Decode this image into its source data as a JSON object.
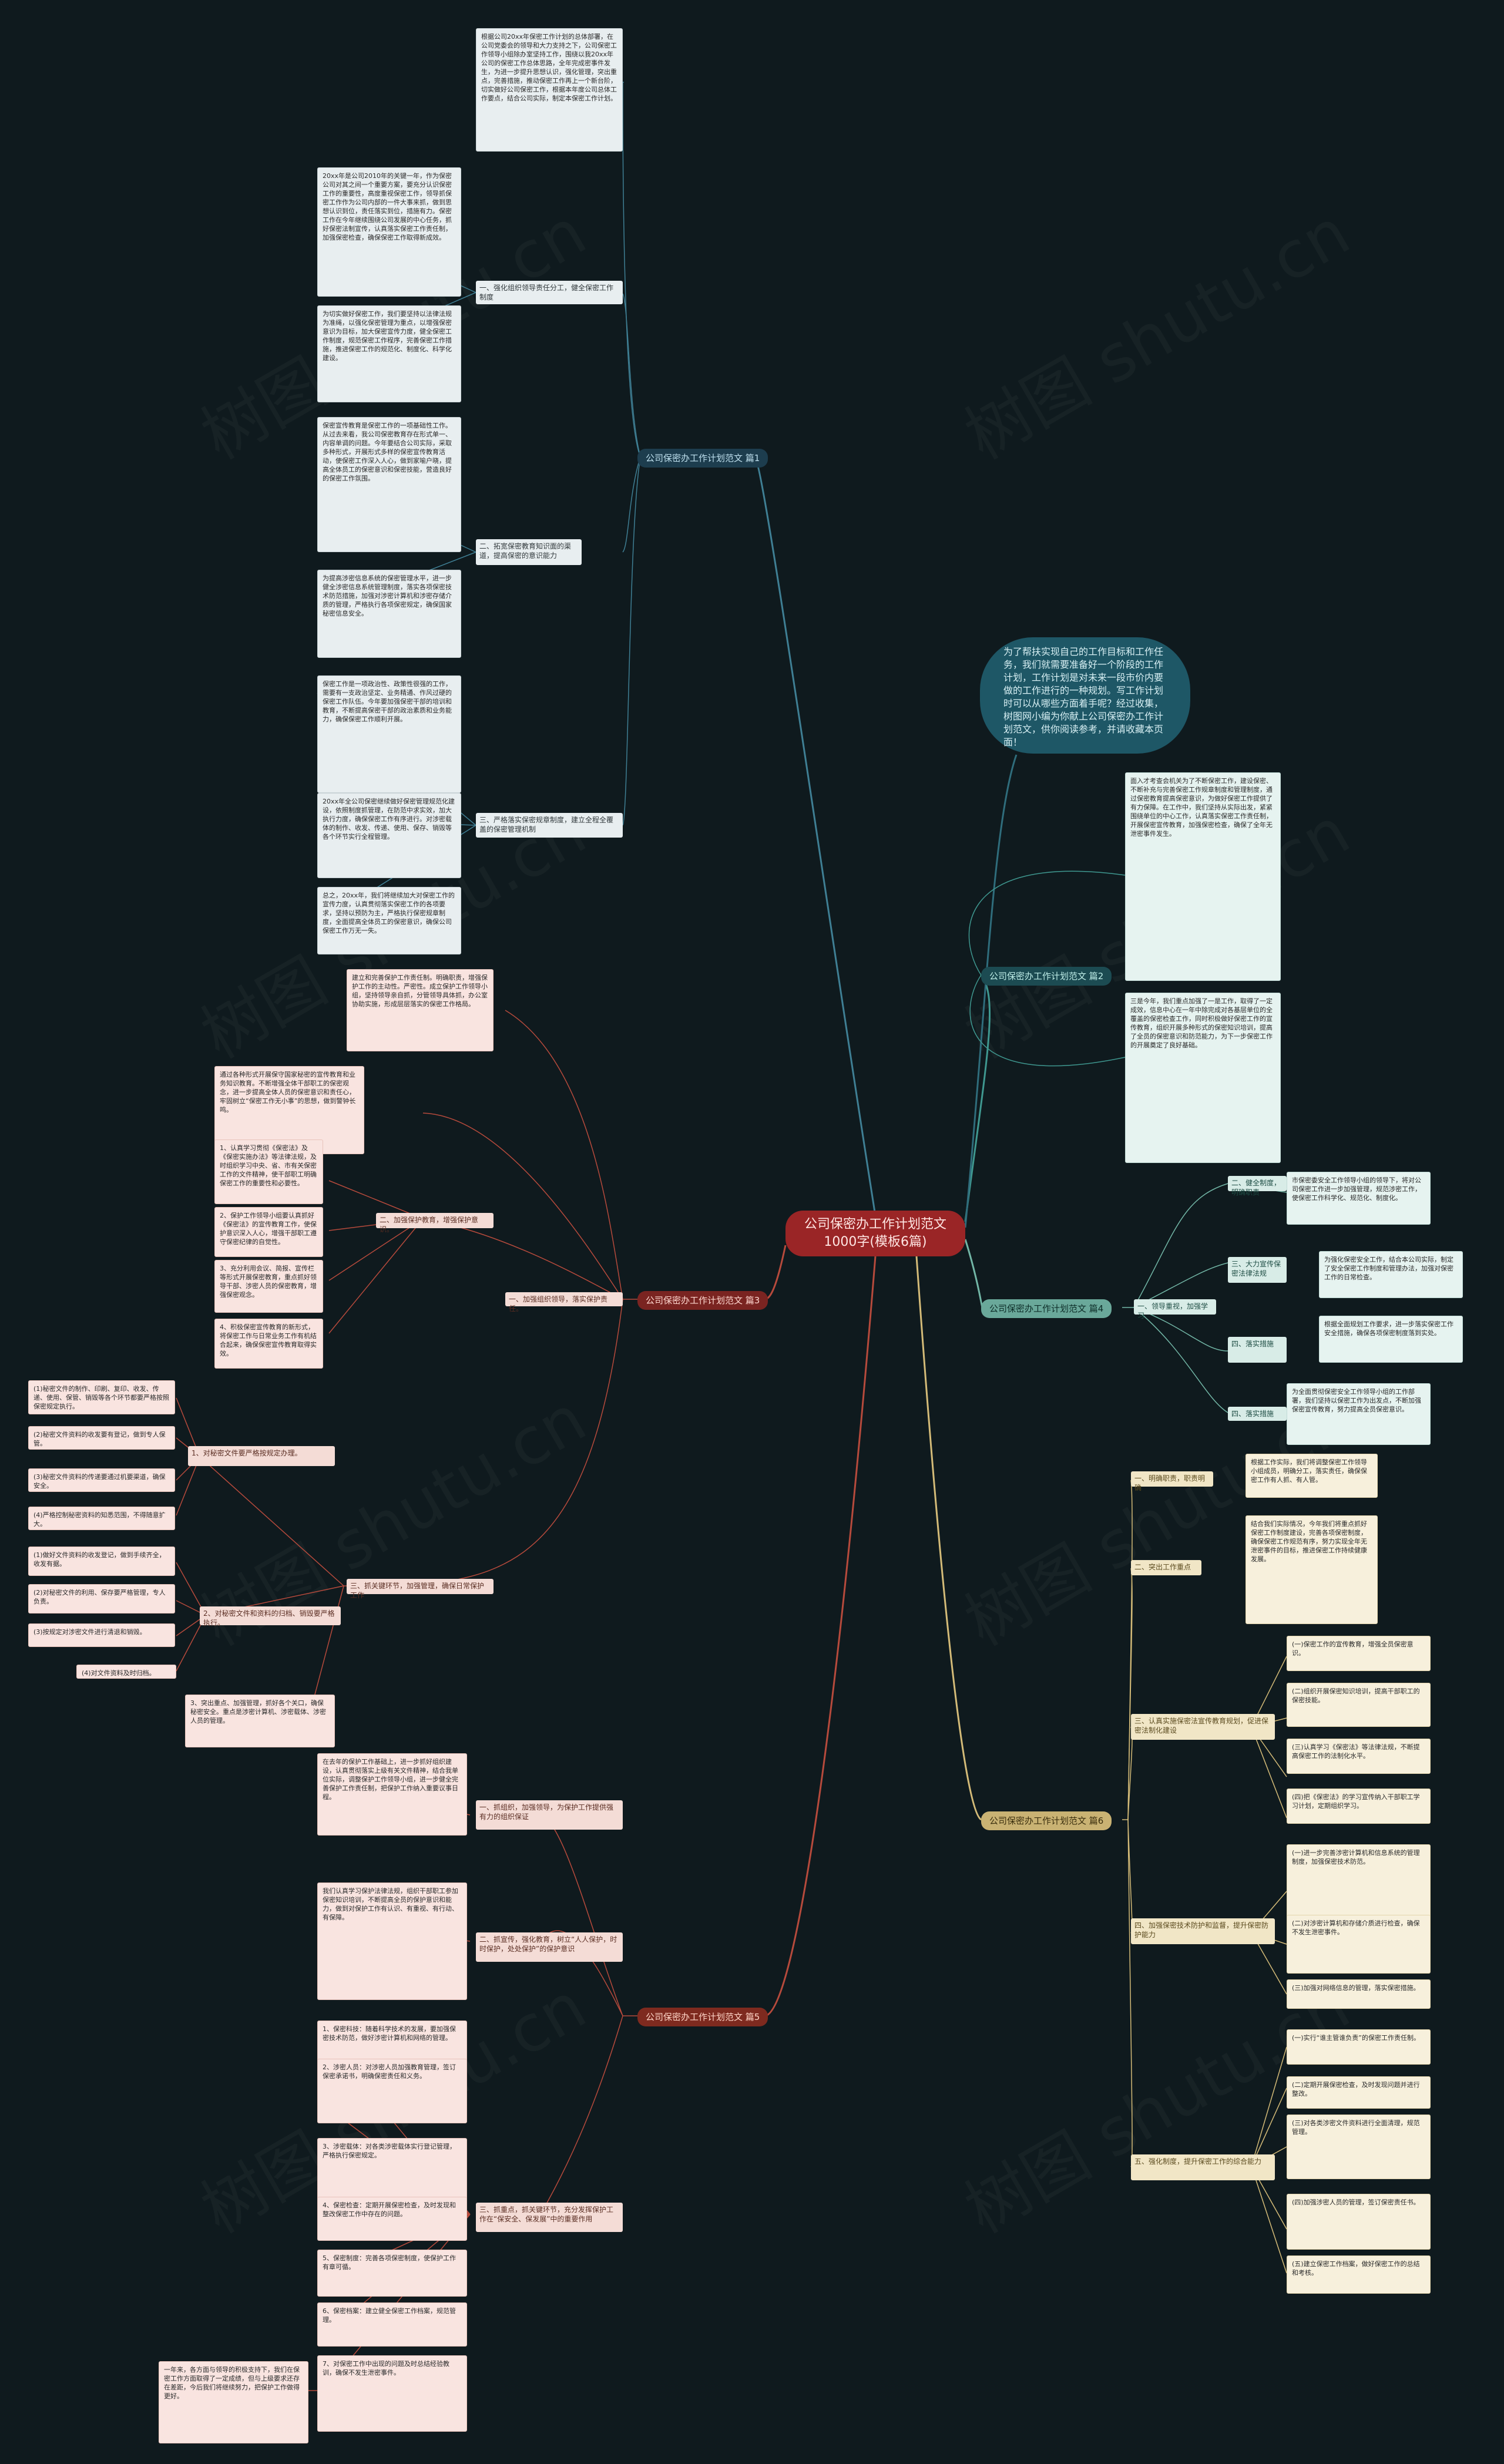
{
  "root": "公司保密办工作计划范文1000字(模板6篇)",
  "intro": "为了帮扶实现自己的工作目标和工作任务，我们就需要准备好一个阶段的工作计划，工作计划是对未来一段市价内要做的工作进行的一种规划。写工作计划时可以从哪些方面着手呢？经过收集，树图网小编为你献上公司保密办工作计划范文，供你阅读参考，并请收藏本页面！",
  "watermark": "树图 shutu.cn",
  "branches": [
    {
      "label": "公司保密办工作计划范文 篇1"
    },
    {
      "label": "公司保密办工作计划范文 篇2"
    },
    {
      "label": "公司保密办工作计划范文 篇3"
    },
    {
      "label": "公司保密办工作计划范文 篇4"
    },
    {
      "label": "公司保密办工作计划范文 篇5"
    },
    {
      "label": "公司保密办工作计划范文 篇6"
    }
  ],
  "b1": {
    "leaves": [
      "根据公司20xx年保密工作计划的总体部署，在公司党委会的领导和大力支持之下，公司保密工作领导小组除办室坚持工作，围绕以我20xx年公司的保密工作总体思路，全年完成密事件发生，为进一步提升思想认识，强化管理，突出重点，完善措施，推动保密工作再上一个新台阶，切实做好公司保密工作，根据本年度公司总体工作要点，结合公司实际，制定本保密工作计划。",
      "20xx年是公司2010年的关键一年，作为保密公司对其之间一个重要方案，要充分认识保密工作的重要性，高度重视保密工作，领导抓保密工作作为公司内部的一件大事来抓，做到思想认识到位，责任落实到位，措施有力。保密工作在今年继续围绕公司发展的中心任务，抓好保密法制宣传，认真落实保密工作责任制，加强保密检查，确保保密工作取得新成效。",
      "为切实做好保密工作，我们要坚持以法律法规为准绳，以强化保密管理为重点，以增强保密意识为目标，加大保密宣传力度，健全保密工作制度，规范保密工作程序，完善保密工作措施，推进保密工作的规范化、制度化、科学化建设。",
      "保密宣传教育是保密工作的一项基础性工作。从过去来看，我公司保密教育存在形式单一、内容单调的问题。今年要结合公司实际，采取多种形式，开展形式多样的保密宣传教育活动，使保密工作深入人心，做到家喻户晓，提高全体员工的保密意识和保密技能，营造良好的保密工作氛围。",
      "为提高涉密信息系统的保密管理水平，进一步健全涉密信息系统管理制度，落实各项保密技术防范措施，加强对涉密计算机和涉密存储介质的管理，严格执行各项保密规定，确保国家秘密信息安全。",
      "保密工作是一项政治性、政策性很强的工作，需要有一支政治坚定、业务精通、作风过硬的保密工作队伍。今年要加强保密干部的培训和教育，不断提高保密干部的政治素质和业务能力，确保保密工作顺利开展。",
      "20xx年全公司保密继续做好保密管理规范化建设，依照制度抓管理，在防范中求实效，加大执行力度，确保保密工作有序进行。对涉密载体的制作、收发、传递、使用、保存、销毁等各个环节实行全程管理。",
      "总之，20xx年，我们将继续加大对保密工作的宣传力度，认真贯彻落实保密工作的各项要求，坚持以预防为主，严格执行保密规章制度，全面提高全体员工的保密意识，确保公司保密工作万无一失。"
    ],
    "labels": [
      "一、强化组织领导责任分工，健全保密工作制度",
      "二、拓宽保密教育知识面的渠道，提高保密的意识能力",
      "三、严格落实保密规章制度，建立全程全覆盖的保密管理机制"
    ]
  },
  "b2": {
    "leaves": [
      "面入才考查会机关为了不断保密工作，建设保密、不断补充与完善保密工作规章制度和管理制度，通过保密教育提高保密意识，为做好保密工作提供了有力保障。在工作中，我们坚持从实际出发，紧紧围绕单位的中心工作，认真落实保密工作责任制，开展保密宣传教育，加强保密检查，确保了全年无泄密事件发生。",
      "三是今年，我们重点加强了一是工作，取得了一定成效，信息中心在一年中除完成对各基层单位的全覆盖的保密检查工作，同时积极做好保密工作的宣传教育，组织开展多种形式的保密知识培训，提高了全员的保密意识和防范能力，为下一步保密工作的开展奠定了良好基础。"
    ]
  },
  "b3": {
    "leaves": [
      "建立和完善保护工作责任制。明确职责，增强保护工作的主动性。严密性。成立保护工作领导小组，坚持领导亲自抓，分管领导具体抓，办公室协助实施，形成层层落实的保密工作格局。",
      "通过各种形式开展保守国家秘密的宣传教育和业务知识教育。不断增强全体干部职工的保密观念，进一步提高全体人员的保密意识和责任心，牢固树立“保密工作无小事”的思想，做到警钟长鸣。",
      "1、认真学习贯彻《保密法》及《保密实施办法》等法律法规，及时组织学习中央、省、市有关保密工作的文件精神，使干部职工明确保密工作的重要性和必要性。",
      "2、保护工作领导小组要认真抓好《保密法》的宣传教育工作，使保护意识深入人心，增强干部职工遵守保密纪律的自觉性。",
      "3、充分利用会议、简报、宣传栏等形式开展保密教育，重点抓好领导干部、涉密人员的保密教育，增强保密观念。",
      "4、积极保密宣传教育的新形式，将保密工作与日常业务工作有机结合起来，确保保密宣传教育取得实效。",
      "(1)秘密文件的制作、印刷、复印、收发、传递、使用、保管、销毁等各个环节都要严格按照保密规定执行。",
      "(2)秘密文件资料的收发要有登记，做到专人保管。",
      "(3)秘密文件资料的传递要通过机要渠道，确保安全。",
      "(4)严格控制秘密资料的知悉范围，不得随意扩大。",
      "(1)做好文件资料的收发登记，做到手续齐全，收发有据。",
      "(2)对秘密文件的利用、保存要严格管理，专人负责。",
      "(3)按规定对涉密文件进行清退和销毁。",
      "(4)对文件资料及时归档。",
      "3、突出重点、加强管理，抓好各个关口，确保秘密安全。重点是涉密计算机、涉密载体、涉密人员的管理。"
    ],
    "labels": [
      "一、加强组织领导，落实保护责任。",
      "二、加强保护教育，增强保护意识。",
      "1、对秘密文件要严格按规定办理。",
      "2、对秘密文件和资料的归档、销毁要严格执行。",
      "三、抓关键环节，加强管理，确保日常保护工作"
    ]
  },
  "b4": {
    "leaves": [
      "市保密委安全工作领导小组的领导下，将对公司保密工作进一步加强管理，规范涉密工作，使保密工作科学化、规范化、制度化。",
      "为强化保密安全工作，结合本公司实际，制定了安全保密工作制度和管理办法，加强对保密工作的日常检查。",
      "根据全面规划工作要求，进一步落实保密工作安全措施，确保各项保密制度落到实处。",
      "为全面贯彻保密安全工作领导小组的工作部署，我们坚持以保密工作为出发点，不断加强保密宣传教育，努力提高全员保密意识。"
    ],
    "labels": [
      "一、领导重视，加强学习",
      "二、健全制度，明确职责",
      "三、大力宣传保密法律法规",
      "四、落实措施"
    ]
  },
  "b5": {
    "leaves": [
      "在去年的保护工作基础上，进一步抓好组织建设，认真贯彻落实上级有关文件精神，结合我单位实际，调整保护工作领导小组，进一步健全完善保护工作责任制，把保护工作纳入重要议事日程。",
      "我们认真学习保护法律法规，组织干部职工参加保密知识培训，不断提高全员的保护意识和能力，做到对保护工作有认识、有重视、有行动、有保障。",
      "1、保密科技：随着科学技术的发展，要加强保密技术防范，做好涉密计算机和网络的管理。",
      "2、涉密人员：对涉密人员加强教育管理，签订保密承诺书，明确保密责任和义务。",
      "3、涉密载体：对各类涉密载体实行登记管理，严格执行保密规定。",
      "4、保密检查：定期开展保密检查，及时发现和整改保密工作中存在的问题。",
      "5、保密制度：完善各项保密制度，使保护工作有章可循。",
      "6、保密档案：建立健全保密工作档案，规范管理。",
      "7、对保密工作中出现的问题及时总结经验教训，确保不发生泄密事件。",
      "一年来，各方面与领导的积极支持下，我们在保密工作方面取得了一定成绩，但与上级要求还存在差距，今后我们将继续努力，把保护工作做得更好。"
    ],
    "labels": [
      "一、抓组织，加强领导，为保护工作提供强有力的组织保证",
      "二、抓宣传，强化教育，树立“人人保护，时时保护，处处保护”的保护意识",
      "三、抓重点，抓关键环节，充分发挥保护工作在“保安全、保发展”中的重要作用"
    ]
  },
  "b6": {
    "leaves": [
      "根据工作实际，我们将调整保密工作领导小组成员，明确分工，落实责任，确保保密工作有人抓、有人管。",
      "结合我们实际情况，今年我们将重点抓好保密工作制度建设，完善各项保密制度，确保保密工作规范有序，努力实现全年无泄密事件的目标，推进保密工作持续健康发展。",
      "(一)保密工作的宣传教育，增强全员保密意识。",
      "(二)组织开展保密知识培训，提高干部职工的保密技能。",
      "(三)认真学习《保密法》等法律法规，不断提高保密工作的法制化水平。",
      "(四)把《保密法》的学习宣传纳入干部职工学习计划，定期组织学习。",
      "(一)进一步完善涉密计算机和信息系统的管理制度，加强保密技术防范。",
      "(二)对涉密计算机和存储介质进行检查，确保不发生泄密事件。",
      "(三)加强对网络信息的管理，落实保密措施。",
      "(一)实行“谁主管谁负责”的保密工作责任制。",
      "(二)定期开展保密检查，及时发现问题并进行整改。",
      "(三)对各类涉密文件资料进行全面清理，规范管理。",
      "(四)加强涉密人员的管理，签订保密责任书。",
      "(五)建立保密工作档案，做好保密工作的总结和考核。"
    ],
    "labels": [
      "一、明确职责，职责明确",
      "二、突出工作重点",
      "三、认真实施保密法宣传教育规划，促进保密法制化建设",
      "四、加强保密技术防护和监督，提升保密防护能力",
      "五、强化制度，提升保密工作的综合能力"
    ]
  },
  "colors": {
    "background": "#0f1a1e",
    "root": "#9a2526",
    "link_blue": "#3f7f94",
    "link_red": "#b64a3c",
    "link_teal": "#72b6a6",
    "link_gold": "#d4bb78"
  }
}
